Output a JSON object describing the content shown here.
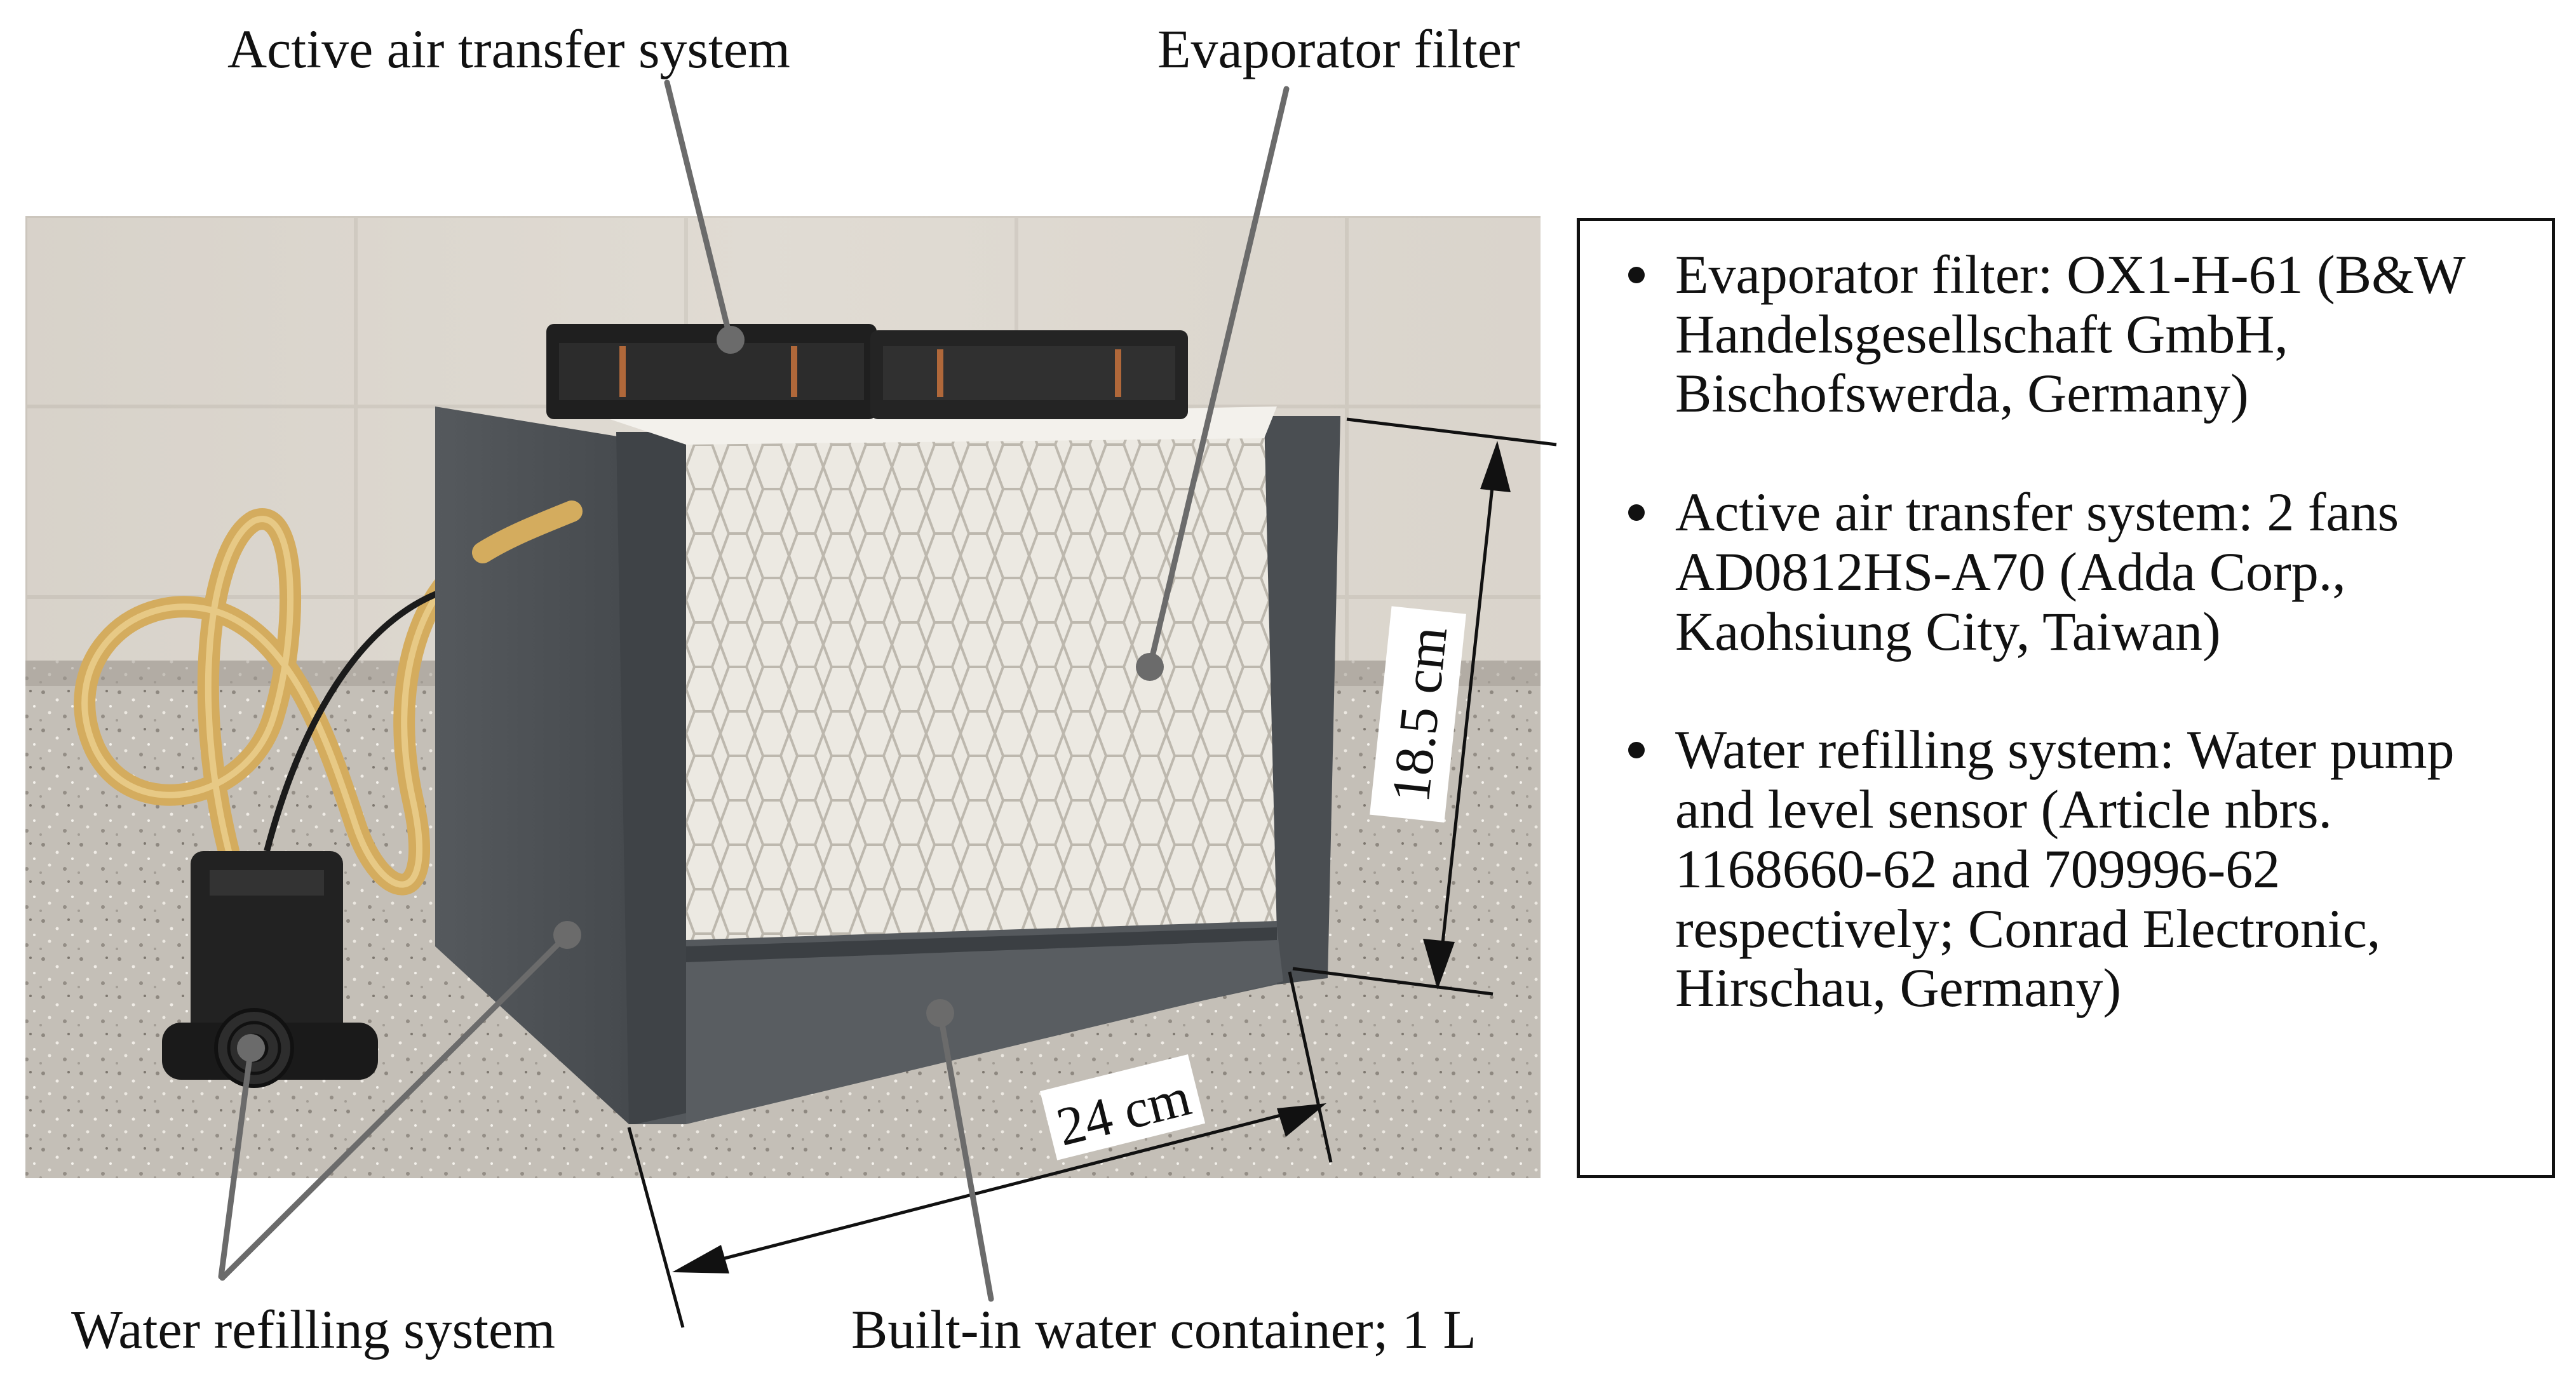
{
  "callouts": {
    "air_transfer": "Active air transfer system",
    "evaporator": "Evaporator filter",
    "water_refilling": "Water refilling system",
    "container": "Built-in water container; 1 L"
  },
  "dimensions": {
    "height": "18.5 cm",
    "width": "24 cm"
  },
  "info_items": [
    "Evaporator filter: OX1-H-61 (B&W Handelsgesellschaft GmbH, Bischofswerda, Germany)",
    "Active air transfer system: 2 fans AD0812HS-A70 (Adda Corp., Kaohsiung City, Taiwan)",
    "Water refilling system: Water pump and level sensor (Article nbrs. 1168660-62 and 709996-62 respectively; Conrad Electronic, Hirschau, Germany)"
  ],
  "colors": {
    "callout_line": "#6b6b6b",
    "box_gray": "#4b4f53",
    "filter_white": "#e9e6df",
    "tube_amber": "#d9b56a",
    "counter_speckle": "#b7b2aa",
    "wall_tile": "#dcd7cf"
  }
}
